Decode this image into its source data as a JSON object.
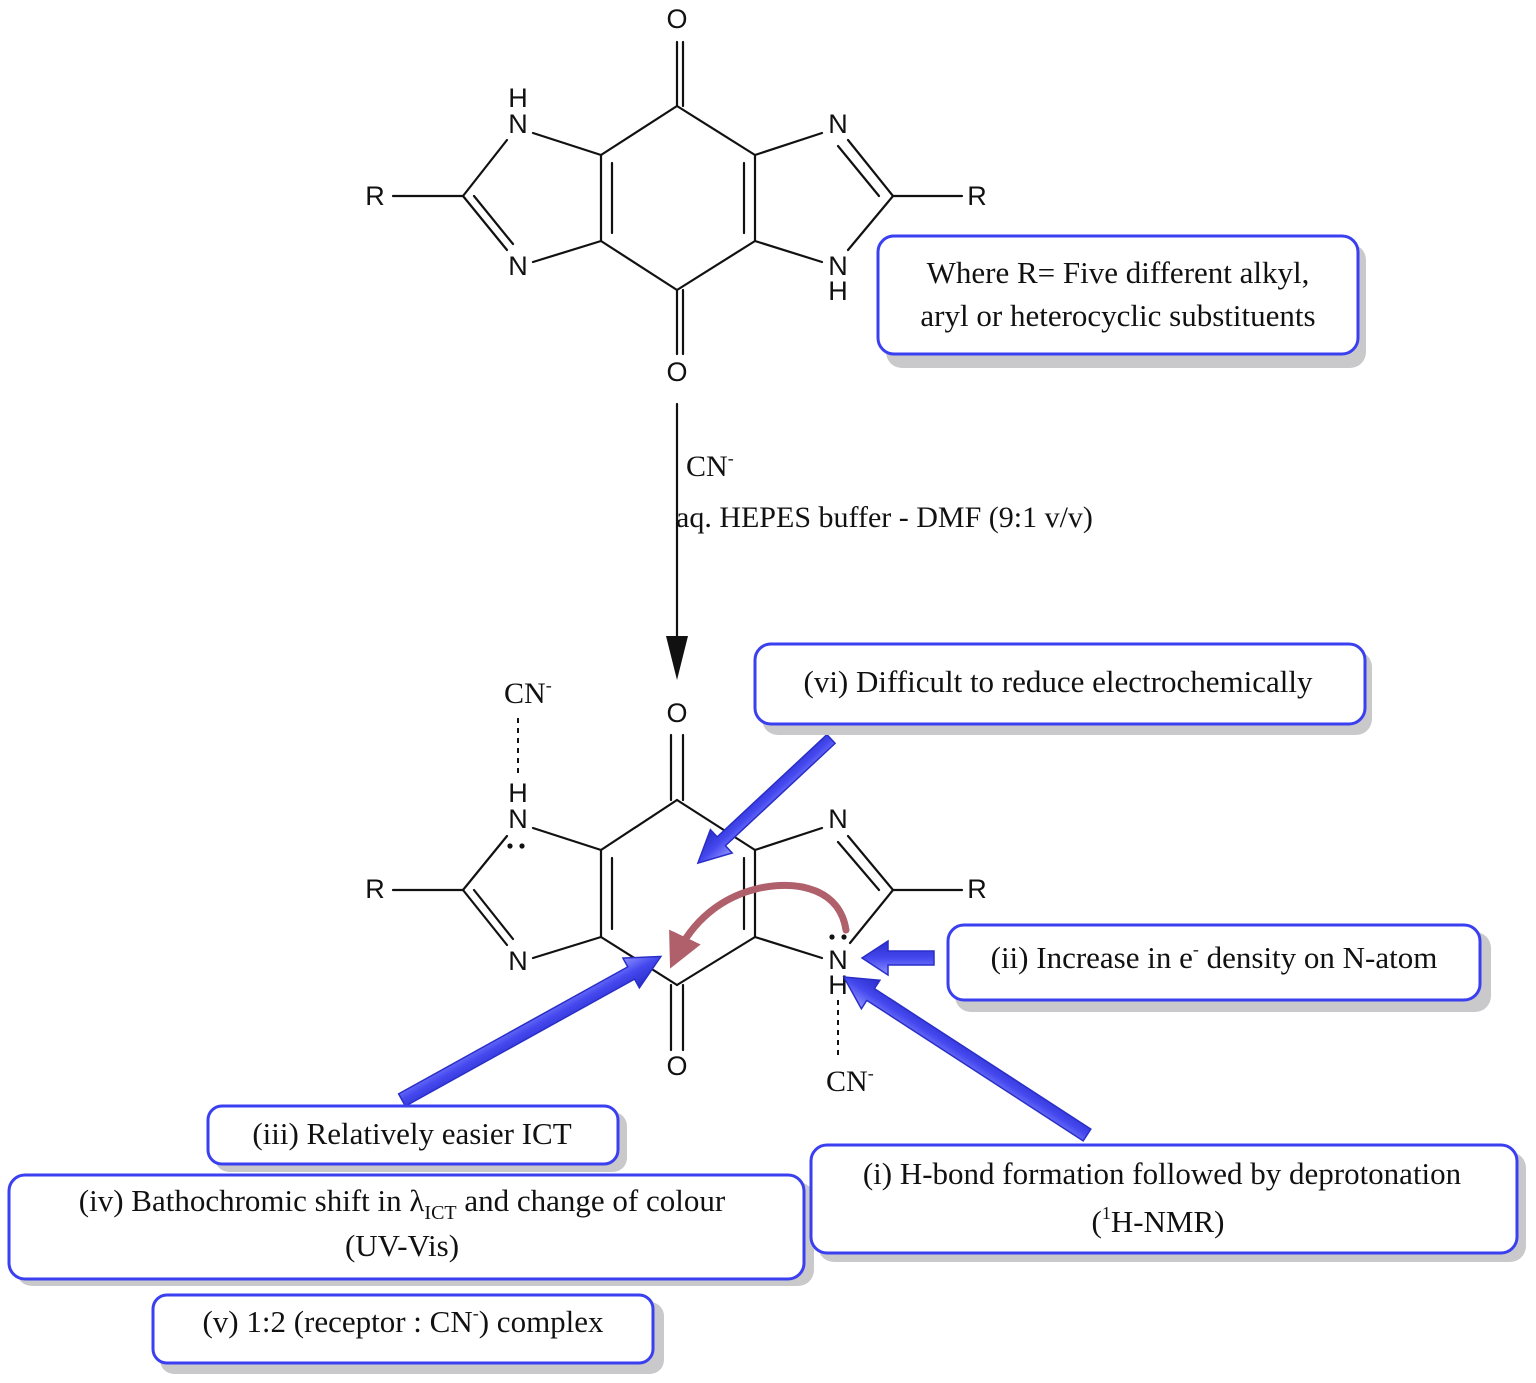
{
  "reactant": {
    "atoms": {
      "o_top": "O",
      "o_bottom": "O",
      "nh_left_h": "H",
      "nh_left_n": "N",
      "n_left": "N",
      "n_right": "N",
      "nh_right_n": "N",
      "nh_right_h": "H",
      "r_left": "R",
      "r_right": "R"
    }
  },
  "reaction": {
    "reagent": "CN",
    "reagent_charge": "-",
    "conditions": "aq. HEPES buffer - DMF (9:1 v/v)"
  },
  "product": {
    "atoms": {
      "o_top": "O",
      "o_bottom": "O",
      "nh_left_h": "H",
      "nh_left_n": "N",
      "n_left": "N",
      "n_right": "N",
      "nh_right_n": "N",
      "nh_right_h": "H",
      "r_left": "R",
      "r_right": "R"
    },
    "cyanide_top": {
      "label": "CN",
      "charge": "-"
    },
    "cyanide_bottom": {
      "label": "CN",
      "charge": "-"
    }
  },
  "notes": {
    "substituent": {
      "line1": "Where R= Five different alkyl,",
      "line2": "aryl or heterocyclic substituents"
    },
    "vi": "(vi) Difficult to reduce electrochemically",
    "ii": {
      "before": "(ii) Increase in e",
      "sup": "-",
      "after": " density on N-atom"
    },
    "iii": "(iii) Relatively easier ICT",
    "iv": {
      "line1_before": "(iv) Bathochromic shift in λ",
      "line1_sub": "ICT",
      "line1_after": " and change of colour",
      "line2": "(UV-Vis)"
    },
    "i": {
      "line1": "(i) H-bond formation followed by deprotonation",
      "line2_open": "(",
      "line2_sup": "1",
      "line2_rest": "H-NMR)"
    },
    "v": {
      "before": "(v) 1:2 (receptor : CN",
      "sup": "-",
      "after": ") complex"
    }
  },
  "colors": {
    "box_border": "#3a3ff0",
    "arrow_blue": "#4a4ef0",
    "curved_arrow": "#b0606a"
  }
}
